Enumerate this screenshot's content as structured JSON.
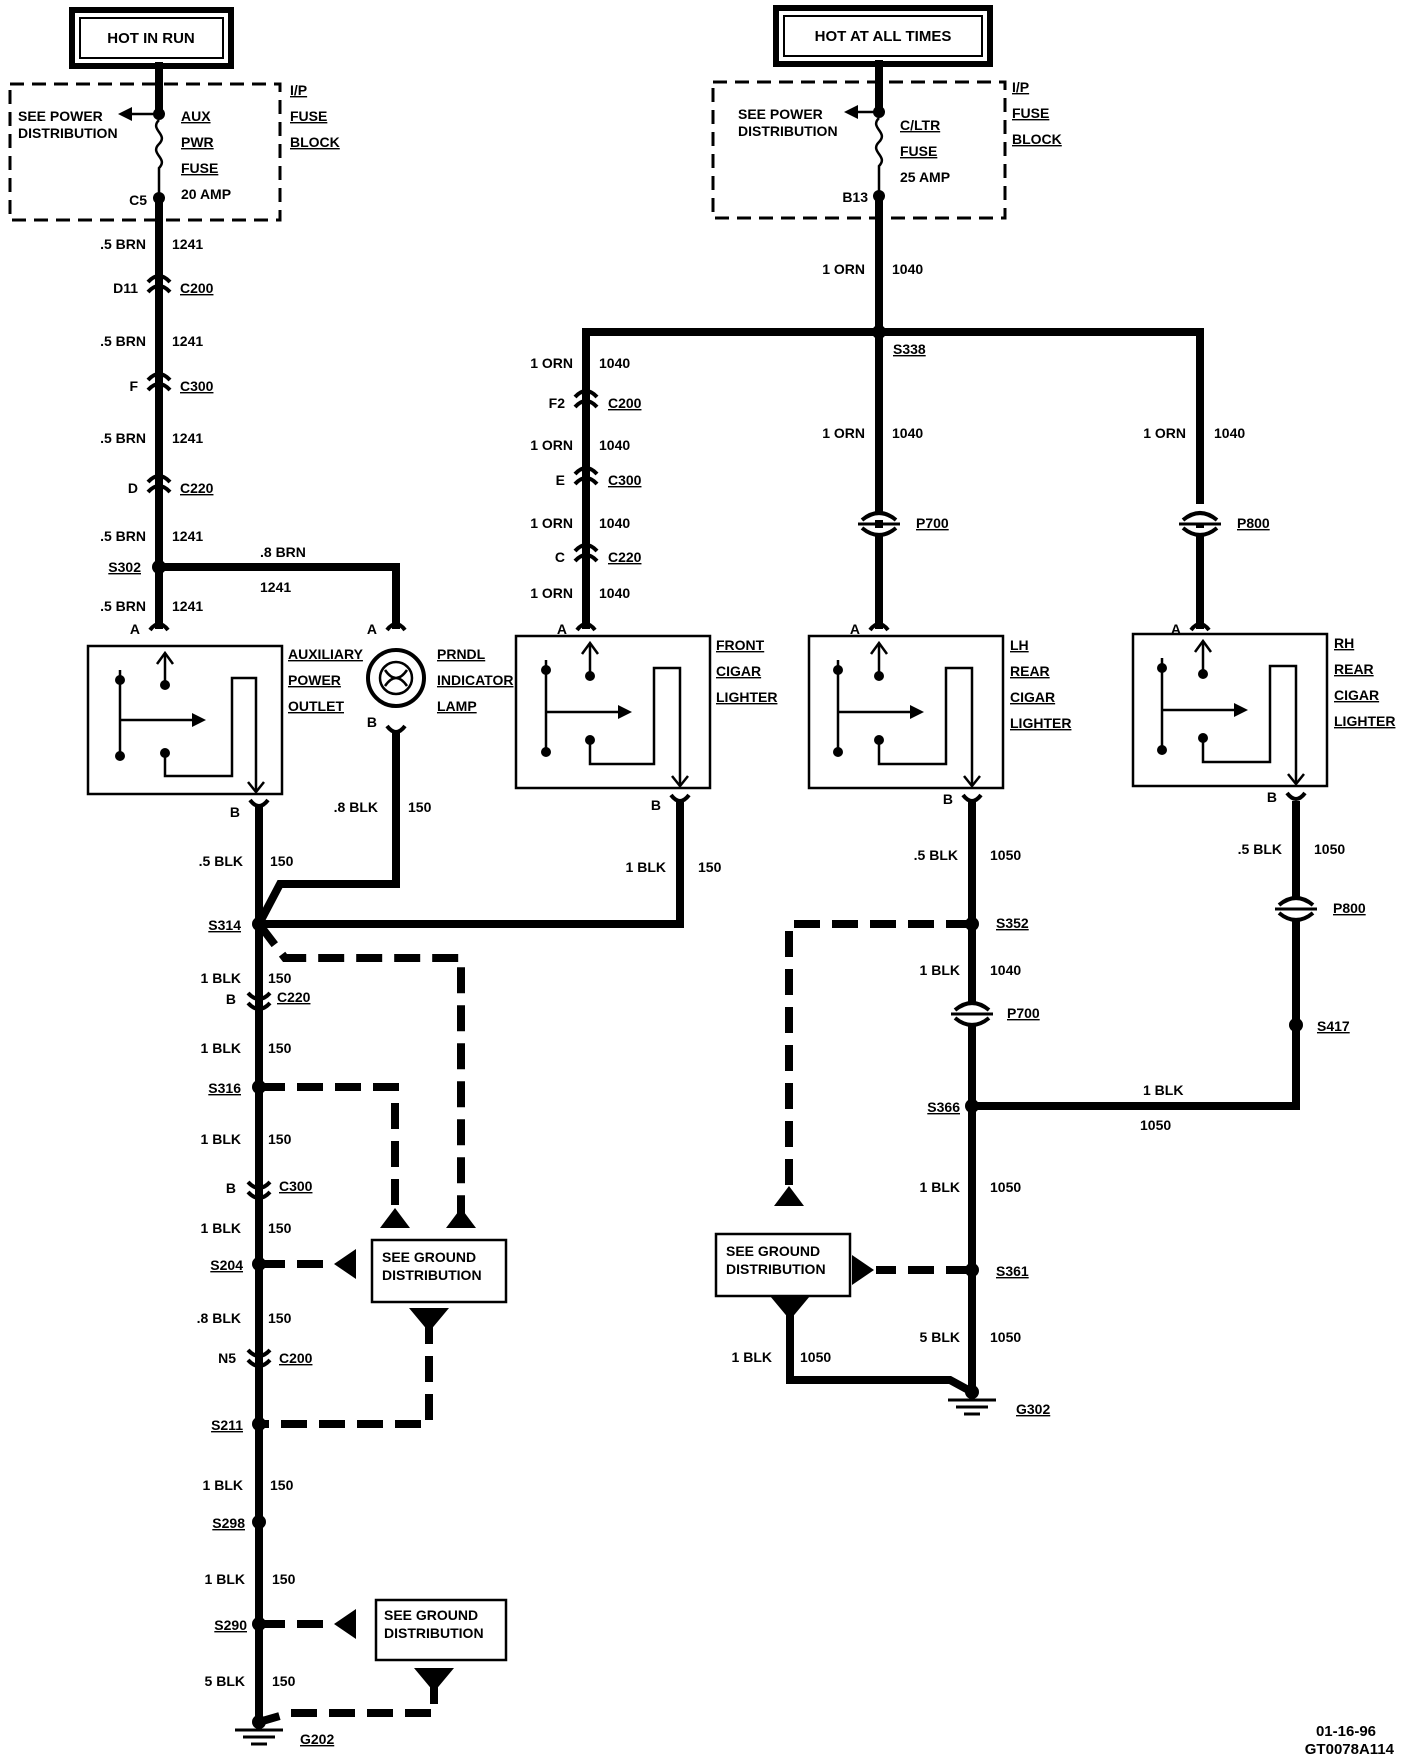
{
  "headers": {
    "hot_in_run": "HOT IN RUN",
    "hot_at_all_times": "HOT AT ALL TIMES"
  },
  "fuse_block": {
    "label_lines": [
      "I/P",
      "FUSE",
      "BLOCK"
    ],
    "see_power": [
      "SEE POWER",
      "DISTRIBUTION"
    ],
    "left_fuse": [
      "AUX",
      "PWR",
      "FUSE",
      "20 AMP"
    ],
    "left_terminal": "C5",
    "right_fuse": [
      "C/LTR",
      "FUSE",
      "25 AMP"
    ],
    "right_terminal": "B13"
  },
  "left_feed": {
    "wires": [
      {
        "gauge": ".5 BRN",
        "circuit": "1241"
      },
      {
        "gauge": ".5 BRN",
        "circuit": "1241"
      },
      {
        "gauge": ".5 BRN",
        "circuit": "1241"
      },
      {
        "gauge": ".5 BRN",
        "circuit": "1241"
      },
      {
        "gauge": ".5 BRN",
        "circuit": "1241"
      }
    ],
    "connectors": [
      {
        "pin": "D11",
        "name": "C200"
      },
      {
        "pin": "F",
        "name": "C300"
      },
      {
        "pin": "D",
        "name": "C220"
      }
    ],
    "splice": "S302",
    "branch_gauge": ".8 BRN",
    "branch_circuit": "1241"
  },
  "components": {
    "aux_outlet": [
      "AUXILIARY",
      "POWER",
      "OUTLET"
    ],
    "prndl": [
      "PRNDL",
      "INDICATOR",
      "LAMP"
    ],
    "front_lighter": [
      "FRONT",
      "CIGAR",
      "LIGHTER"
    ],
    "lh_lighter": [
      "LH",
      "REAR",
      "CIGAR",
      "LIGHTER"
    ],
    "rh_lighter": [
      "RH",
      "REAR",
      "CIGAR",
      "LIGHTER"
    ],
    "pin_a": "A",
    "pin_b": "B"
  },
  "right_feed": {
    "main_wire": {
      "gauge": "1 ORN",
      "circuit": "1040"
    },
    "splice": "S338",
    "front_wires": [
      {
        "gauge": "1 ORN",
        "circuit": "1040"
      },
      {
        "gauge": "1 ORN",
        "circuit": "1040"
      },
      {
        "gauge": "1 ORN",
        "circuit": "1040"
      },
      {
        "gauge": "1 ORN",
        "circuit": "1040"
      }
    ],
    "front_connectors": [
      {
        "pin": "F2",
        "name": "C200"
      },
      {
        "pin": "E",
        "name": "C300"
      },
      {
        "pin": "C",
        "name": "C220"
      }
    ],
    "lh_wire": {
      "gauge": "1 ORN",
      "circuit": "1040"
    },
    "rh_wire": {
      "gauge": "1 ORN",
      "circuit": "1040"
    },
    "lh_pass": "P700",
    "rh_pass": "P800"
  },
  "ground_left": {
    "prndl_wire": {
      "gauge": ".8 BLK",
      "circuit": "150"
    },
    "aux_wire": {
      "gauge": ".5 BLK",
      "circuit": "150"
    },
    "front_wire": {
      "gauge": "1 BLK",
      "circuit": "150"
    },
    "splices": {
      "s314": "S314",
      "s316": "S316",
      "s204": "S204",
      "s211": "S211",
      "s298": "S298",
      "s290": "S290"
    },
    "wires": [
      {
        "gauge": "1 BLK",
        "circuit": "150"
      },
      {
        "gauge": "1 BLK",
        "circuit": "150"
      },
      {
        "gauge": "1 BLK",
        "circuit": "150"
      },
      {
        "gauge": "1 BLK",
        "circuit": "150"
      },
      {
        "gauge": ".8 BLK",
        "circuit": "150"
      },
      {
        "gauge": "1 BLK",
        "circuit": "150"
      },
      {
        "gauge": "1 BLK",
        "circuit": "150"
      },
      {
        "gauge": "5 BLK",
        "circuit": "150"
      }
    ],
    "connectors": [
      {
        "pin": "B",
        "name": "C220"
      },
      {
        "pin": "B",
        "name": "C300"
      },
      {
        "pin": "N5",
        "name": "C200"
      }
    ],
    "ground": "G202",
    "see_ground": [
      "SEE GROUND",
      "DISTRIBUTION"
    ]
  },
  "ground_right": {
    "lh_wire": {
      "gauge": ".5 BLK",
      "circuit": "1050"
    },
    "rh_wire": {
      "gauge": ".5 BLK",
      "circuit": "1050"
    },
    "splices": {
      "s352": "S352",
      "s366": "S366",
      "s361": "S361",
      "s417": "S417"
    },
    "p700": "P700",
    "p800": "P800",
    "s352_wire": {
      "gauge": "1 BLK",
      "circuit": "1040"
    },
    "rh_join": {
      "gauge": "1 BLK",
      "circuit": "1050"
    },
    "s366_wire": {
      "gauge": "1 BLK",
      "circuit": "1050"
    },
    "s361_wire": {
      "gauge": "5 BLK",
      "circuit": "1050"
    },
    "box_wire": {
      "gauge": "1 BLK",
      "circuit": "1050"
    },
    "ground": "G302",
    "see_ground": [
      "SEE GROUND",
      "DISTRIBUTION"
    ]
  },
  "footer": {
    "date": "01-16-96",
    "code": "GT0078A114"
  }
}
